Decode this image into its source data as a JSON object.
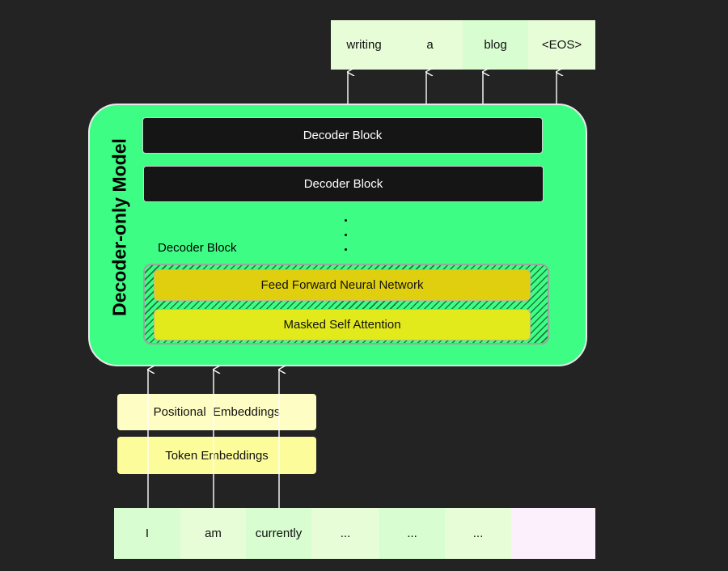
{
  "diagram": {
    "model_title": "Decoder-only Model",
    "decoder_blocks": [
      "Decoder Block",
      "Decoder Block"
    ],
    "expanded_block_label": "Decoder Block",
    "sublayers": {
      "ffnn": "Feed Forward Neural Network",
      "attention": "Masked Self Attention"
    },
    "embeddings": {
      "positional": "Positional  Embeddings",
      "token": "Token Embeddings"
    },
    "output_tokens": [
      "writing",
      "a",
      "blog",
      "<EOS>"
    ],
    "input_tokens": [
      "I",
      "am",
      "currently",
      "...",
      "...",
      "...",
      ""
    ]
  },
  "colors": {
    "background": "#232323",
    "model_fill": "#3dfd85",
    "decoder_block": "#151515",
    "ffnn": "#e0cf0f",
    "attention": "#e2ea1b",
    "positional_embeddings": "#fefec4",
    "token_embeddings": "#fcfc9b",
    "token_light": "#d7fdd0",
    "token_alt": "#e6fdd7",
    "token_empty": "#fdf0fd"
  }
}
